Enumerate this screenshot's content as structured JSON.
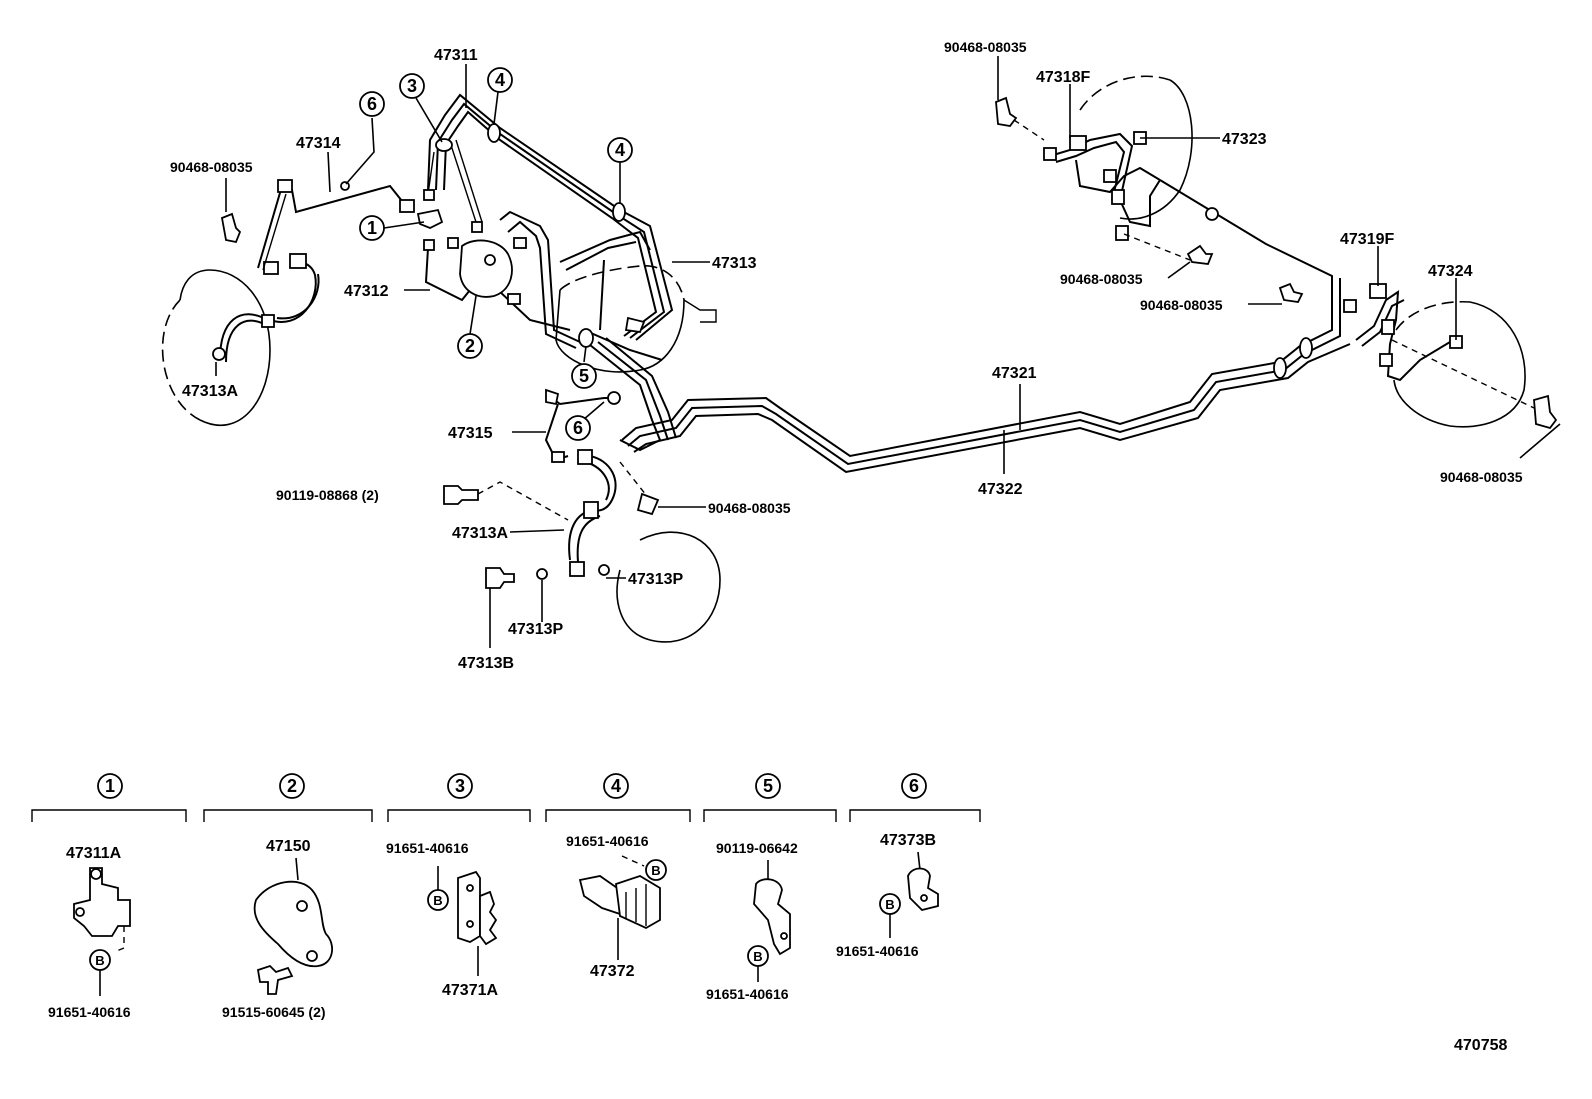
{
  "diagram_id": "470758",
  "labels": {
    "p47311": "47311",
    "p47314": "47314",
    "p90468_a": "90468-08035",
    "p47312": "47312",
    "p47313": "47313",
    "p47313A_a": "47313A",
    "p47315": "47315",
    "p90119_08868": "90119-08868 (2)",
    "p47313A_b": "47313A",
    "p90468_b": "90468-08035",
    "p47313P_a": "47313P",
    "p47313P_b": "47313P",
    "p47313B": "47313B",
    "p47321": "47321",
    "p47322": "47322",
    "p90468_c": "90468-08035",
    "p47318F": "47318F",
    "p47323": "47323",
    "p90468_d": "90468-08035",
    "p90468_e": "90468-08035",
    "p47319F": "47319F",
    "p47324": "47324",
    "p90468_f": "90468-08035"
  },
  "callouts": [
    "1",
    "2",
    "3",
    "4",
    "5",
    "6"
  ],
  "legend": {
    "g1": {
      "num": "1",
      "part": "47311A",
      "bolt_ref": "B",
      "bolt": "91651-40616"
    },
    "g2": {
      "num": "2",
      "part": "47150",
      "bolt": "91515-60645 (2)"
    },
    "g3": {
      "num": "3",
      "bolt": "91651-40616",
      "bolt_ref": "B",
      "part": "47371A"
    },
    "g4": {
      "num": "4",
      "bolt": "91651-40616",
      "bolt_ref": "B",
      "part": "47372"
    },
    "g5": {
      "num": "5",
      "bolt_top": "90119-06642",
      "bolt_ref": "B",
      "bolt": "91651-40616"
    },
    "g6": {
      "num": "6",
      "part": "47373B",
      "bolt_ref": "B",
      "bolt": "91651-40616"
    }
  }
}
